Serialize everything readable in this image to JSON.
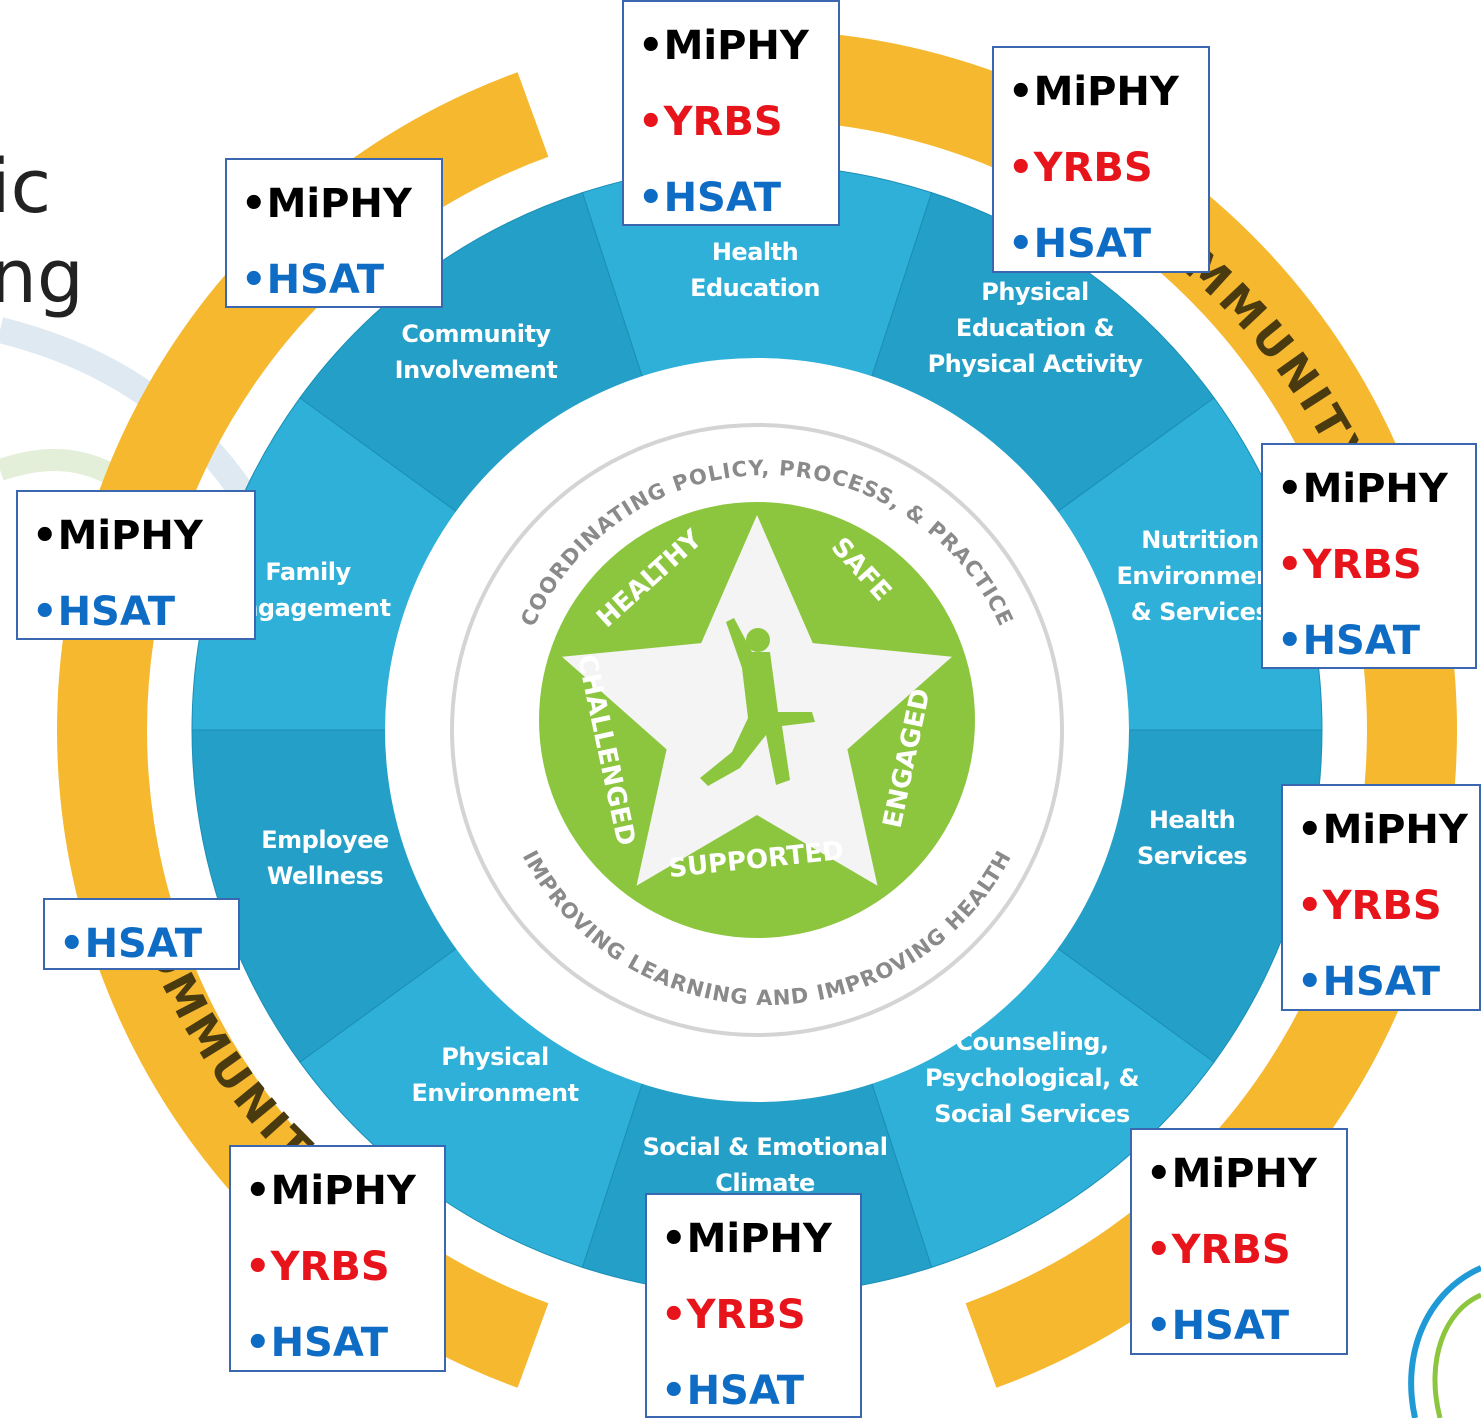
{
  "title_fragments": [
    "ic",
    "ng"
  ],
  "wheel": {
    "segments": [
      {
        "lines": [
          "Health",
          "Education"
        ]
      },
      {
        "lines": [
          "Physical",
          "Education &",
          "Physical Activity"
        ]
      },
      {
        "lines": [
          "Nutrition",
          "Environment",
          "& Services"
        ]
      },
      {
        "lines": [
          "Health",
          "Services"
        ]
      },
      {
        "lines": [
          "Counseling,",
          "Psychological, &",
          "Social Services"
        ]
      },
      {
        "lines": [
          "Social & Emotional",
          "Climate"
        ]
      },
      {
        "lines": [
          "Physical",
          "Environment"
        ]
      },
      {
        "lines": [
          "Employee",
          "Wellness"
        ]
      },
      {
        "lines": [
          "Family",
          "Engagement"
        ]
      },
      {
        "lines": [
          "Community",
          "Involvement"
        ]
      }
    ],
    "inner_ring_top": "COORDINATING POLICY, PROCESS, & PRACTICE",
    "inner_ring_bottom": "IMPROVING LEARNING AND IMPROVING HEALTH",
    "star_words": [
      "HEALTHY",
      "SAFE",
      "ENGAGED",
      "SUPPORTED",
      "CHALLENGED"
    ],
    "community_label": "COMMUNITY",
    "colors": {
      "segment": "#2aa8cf",
      "ring": "#f5b82e",
      "star": "#8cc63f",
      "center": "#f2f2f2"
    }
  },
  "source_boxes": [
    {
      "id": "top-left",
      "items": [
        {
          "text": "•MiPHY",
          "kind": "miphy"
        },
        {
          "text": "•HSAT",
          "kind": "hsat"
        }
      ]
    },
    {
      "id": "top-center",
      "items": [
        {
          "text": "•MiPHY",
          "kind": "miphy"
        },
        {
          "text": "•YRBS",
          "kind": "yrbs"
        },
        {
          "text": "•HSAT",
          "kind": "hsat"
        }
      ]
    },
    {
      "id": "top-right",
      "items": [
        {
          "text": "•MiPHY",
          "kind": "miphy"
        },
        {
          "text": "•YRBS",
          "kind": "yrbs"
        },
        {
          "text": "•HSAT",
          "kind": "hsat"
        }
      ]
    },
    {
      "id": "right-upper",
      "items": [
        {
          "text": "•MiPHY",
          "kind": "miphy"
        },
        {
          "text": "•YRBS",
          "kind": "yrbs"
        },
        {
          "text": "•HSAT",
          "kind": "hsat"
        }
      ]
    },
    {
      "id": "left-upper",
      "items": [
        {
          "text": "•MiPHY",
          "kind": "miphy"
        },
        {
          "text": "•HSAT",
          "kind": "hsat"
        }
      ]
    },
    {
      "id": "right-lower",
      "items": [
        {
          "text": "•MiPHY",
          "kind": "miphy"
        },
        {
          "text": "•YRBS",
          "kind": "yrbs"
        },
        {
          "text": "•HSAT",
          "kind": "hsat"
        }
      ]
    },
    {
      "id": "left-lower",
      "items": [
        {
          "text": "•HSAT",
          "kind": "hsat"
        }
      ]
    },
    {
      "id": "bottom-right",
      "items": [
        {
          "text": "•MiPHY",
          "kind": "miphy"
        },
        {
          "text": "•YRBS",
          "kind": "yrbs"
        },
        {
          "text": "•HSAT",
          "kind": "hsat"
        }
      ]
    },
    {
      "id": "bottom-left",
      "items": [
        {
          "text": "•MiPHY",
          "kind": "miphy"
        },
        {
          "text": "•YRBS",
          "kind": "yrbs"
        },
        {
          "text": "•HSAT",
          "kind": "hsat"
        }
      ]
    },
    {
      "id": "bottom-center",
      "items": [
        {
          "text": "•MiPHY",
          "kind": "miphy"
        },
        {
          "text": "•YRBS",
          "kind": "yrbs"
        },
        {
          "text": "•HSAT",
          "kind": "hsat"
        }
      ]
    }
  ]
}
